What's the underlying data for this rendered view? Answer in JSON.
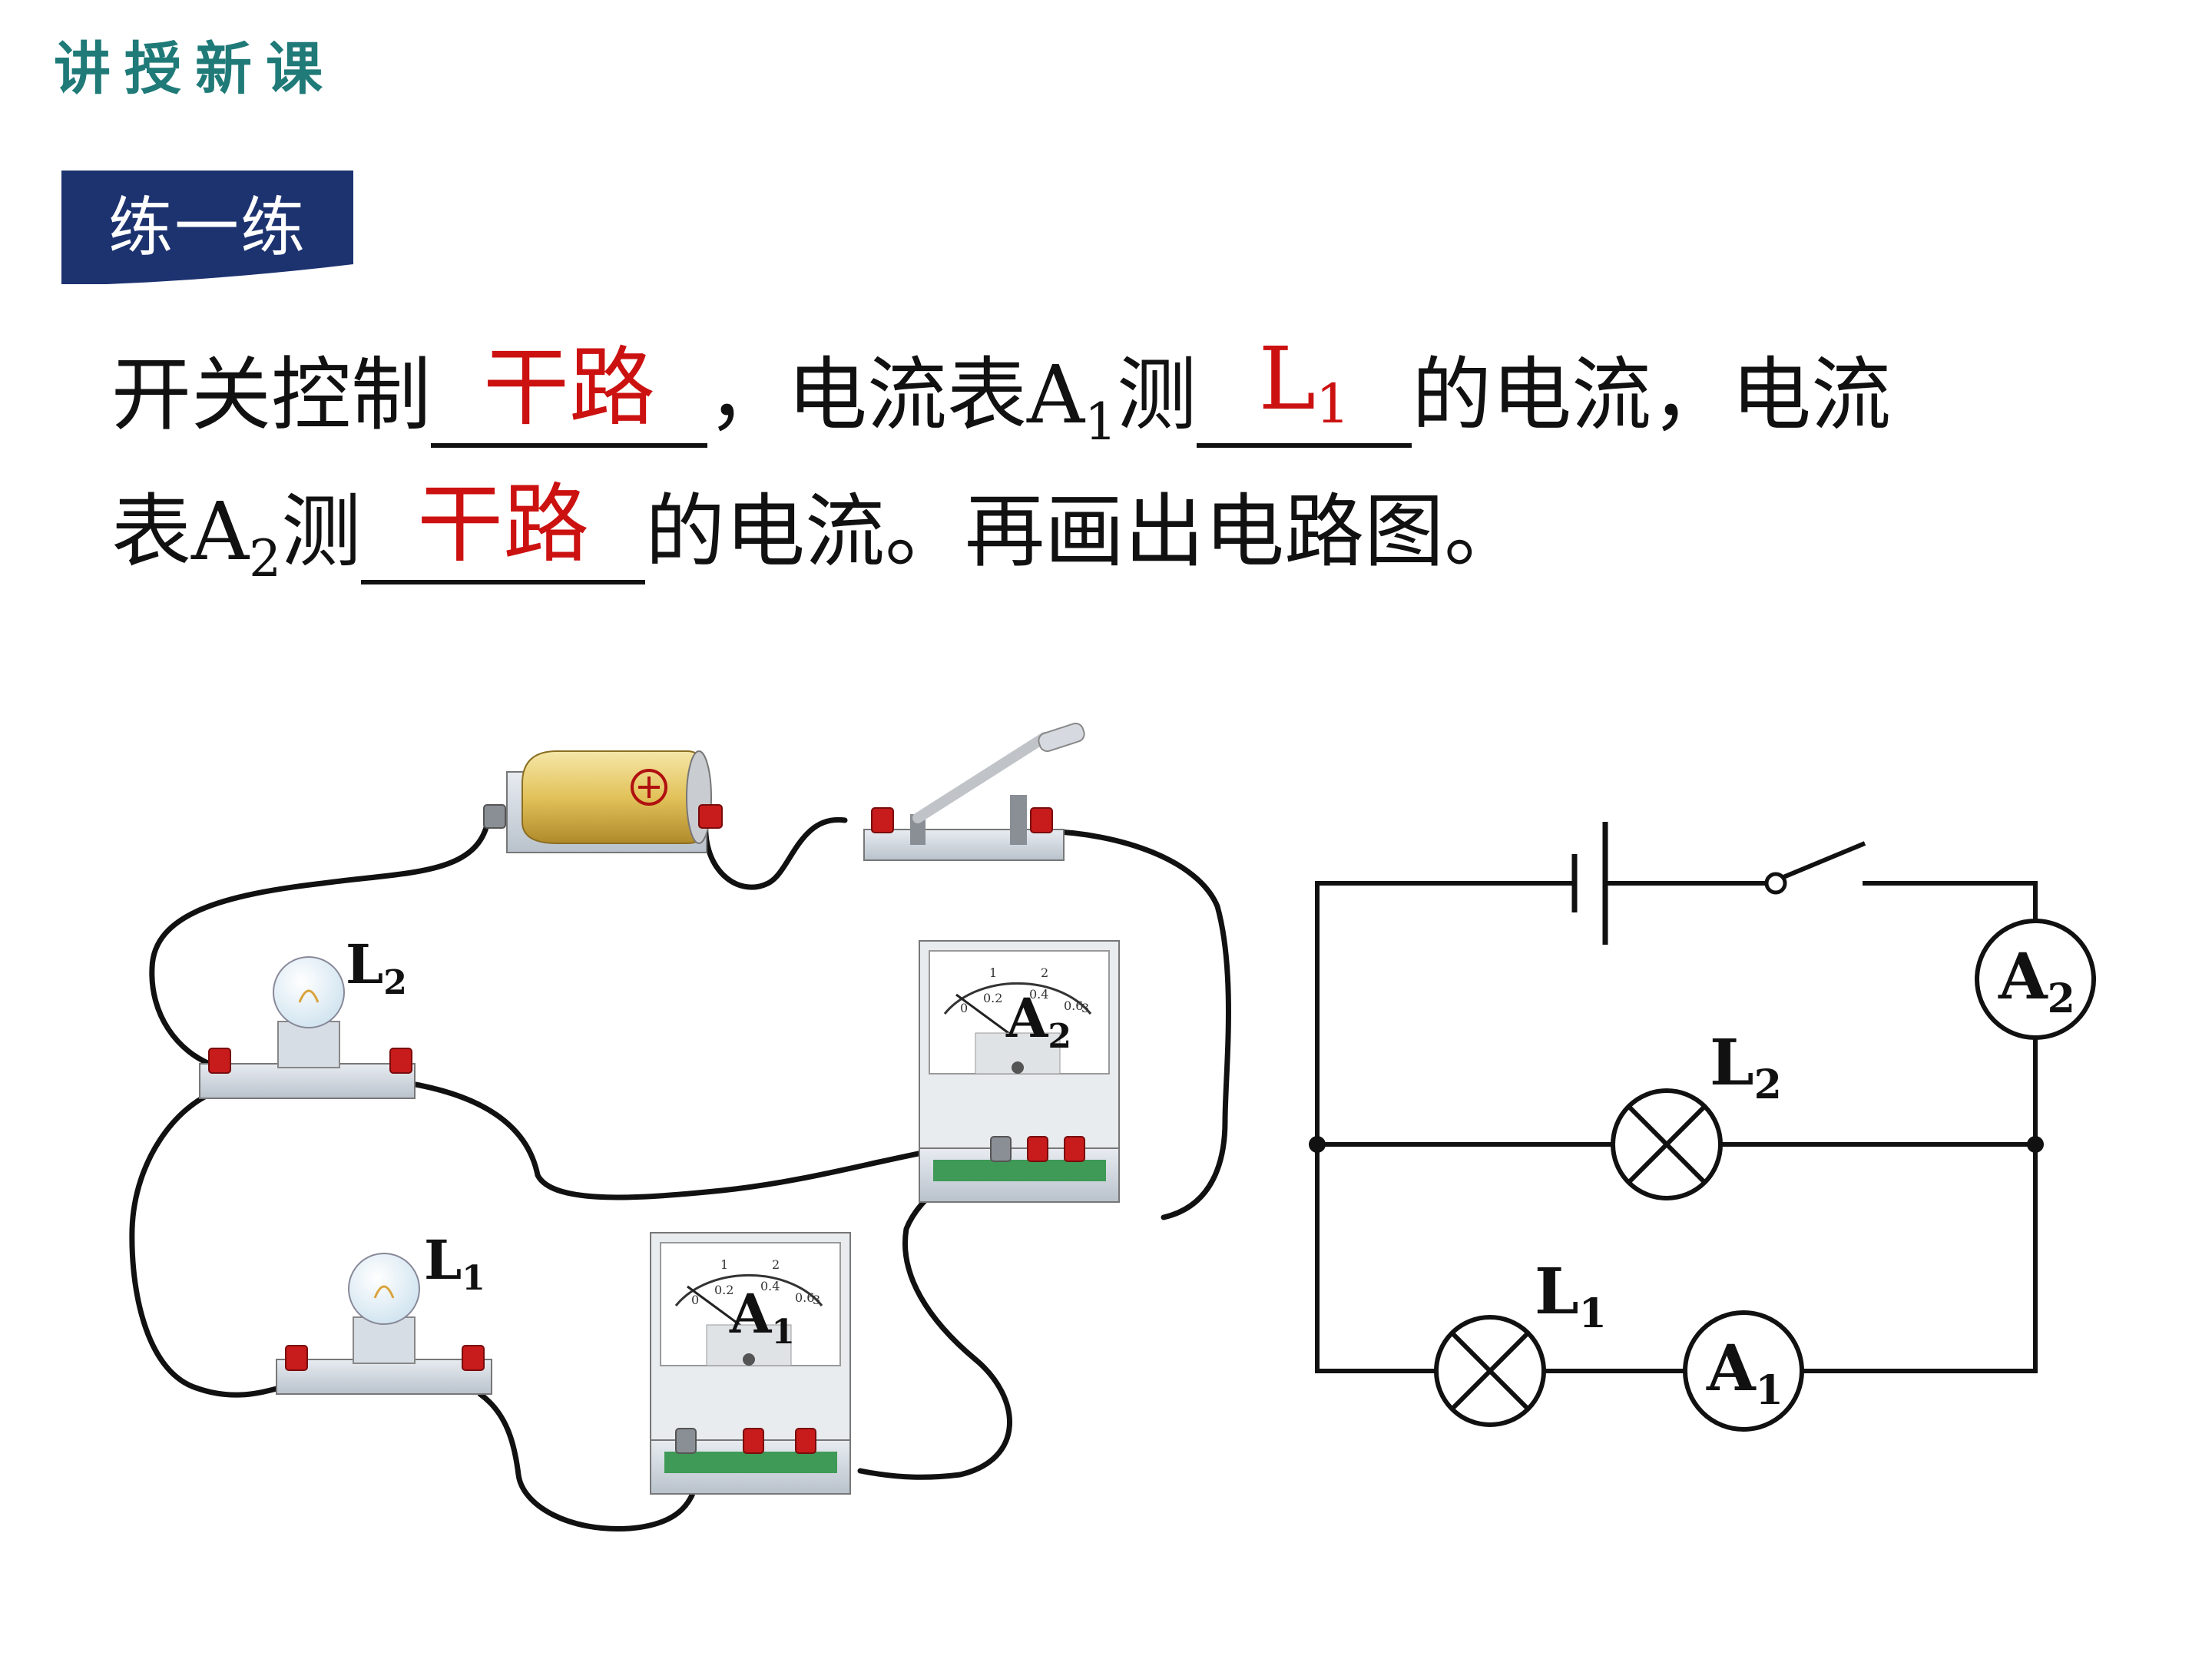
{
  "header": {
    "title": "讲授新课"
  },
  "badge": {
    "label": "练一练",
    "color": "#1d3370"
  },
  "question": {
    "p1": "开关控制",
    "answer1": "干路",
    "p2": "，电流表A",
    "p2_sub": "1",
    "p3": "测",
    "answer2": "L",
    "answer2_sub": "1",
    "p4": "的电流，电流",
    "p5": "表A",
    "p5_sub": "2",
    "p6": "测",
    "answer3": "干路",
    "p7": "的电流。再画出电路图。"
  },
  "answer_color": "#cc1111",
  "physical": {
    "L2": "L",
    "L2_sub": "2",
    "L1": "L",
    "L1_sub": "1",
    "A2": "A",
    "A2_sub": "2",
    "A1": "A",
    "A1_sub": "1",
    "meter_scale_top": [
      "1",
      "2"
    ],
    "meter_scale_bottom": [
      "0.2",
      "0.4",
      "0.6"
    ],
    "meter_zero": "0",
    "meter_max": "3"
  },
  "schematic": {
    "A2": "A",
    "A2_sub": "2",
    "L2": "L",
    "L2_sub": "2",
    "L1": "L",
    "L1_sub": "1",
    "A1": "A",
    "A1_sub": "1"
  }
}
